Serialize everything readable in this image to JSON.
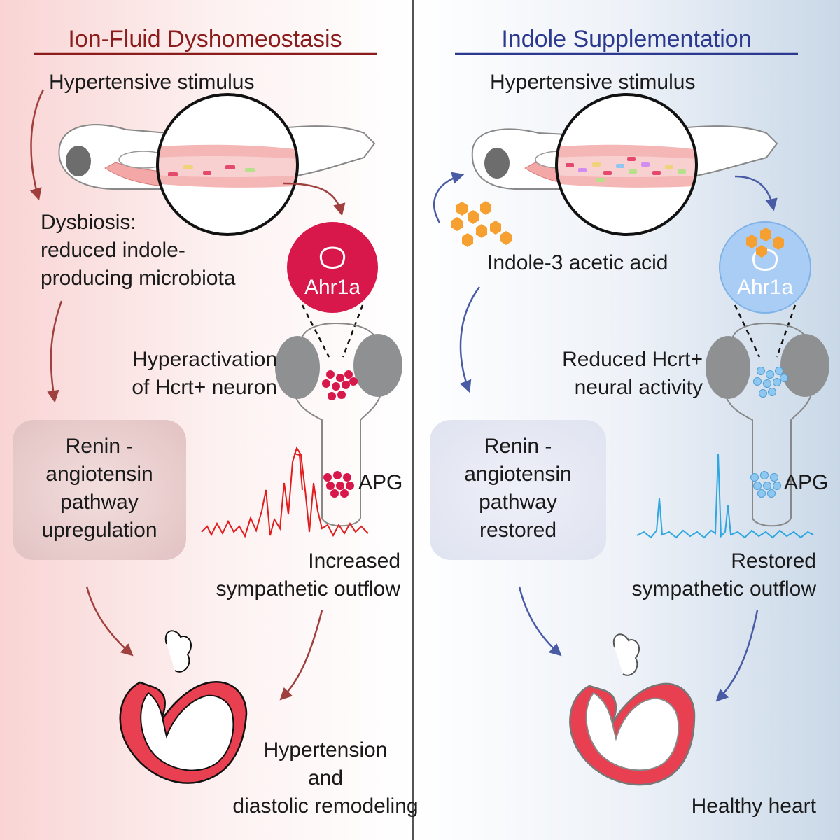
{
  "colors": {
    "left_title": "#8c1c1c",
    "right_title": "#2b3a8f",
    "left_arrow": "#a0403e",
    "right_arrow": "#4a5ba6",
    "left_neuron": "#d8174b",
    "right_neuron": "#8ec8f0",
    "left_trace": "#e11d1d",
    "right_trace": "#2ea6e0",
    "heart_fill": "#e84050",
    "indole": "#f5a030",
    "brain_grey": "#8e9092"
  },
  "left_panel": {
    "title": "Ion-Fluid Dyshomeostasis",
    "stimulus": "Hypertensive stimulus",
    "dysbiosis_line1": "Dysbiosis:",
    "dysbiosis_line2": "reduced indole-",
    "dysbiosis_line3": "producing microbiota",
    "receptor": "Ahr1a",
    "neuron_line1": "Hyperactivation",
    "neuron_line2": "of Hcrt+ neuron",
    "apg": "APG",
    "ras_line1": "Renin -",
    "ras_line2": "angiotensin",
    "ras_line3": "pathway",
    "ras_line4": "upregulation",
    "outflow_line1": "Increased",
    "outflow_line2": "sympathetic outflow",
    "outcome_line1": "Hypertension",
    "outcome_line2": "and",
    "outcome_line3": "diastolic remodeling"
  },
  "right_panel": {
    "title": "Indole Supplementation",
    "stimulus": "Hypertensive stimulus",
    "metabolite": "Indole-3 acetic acid",
    "receptor": "Ahr1a",
    "neuron_line1": "Reduced Hcrt+",
    "neuron_line2": "neural activity",
    "apg": "APG",
    "ras_line1": "Renin -",
    "ras_line2": "angiotensin",
    "ras_line3": "pathway",
    "ras_line4": "restored",
    "outflow_line1": "Restored",
    "outflow_line2": "sympathetic outflow",
    "outcome": "Healthy heart"
  }
}
